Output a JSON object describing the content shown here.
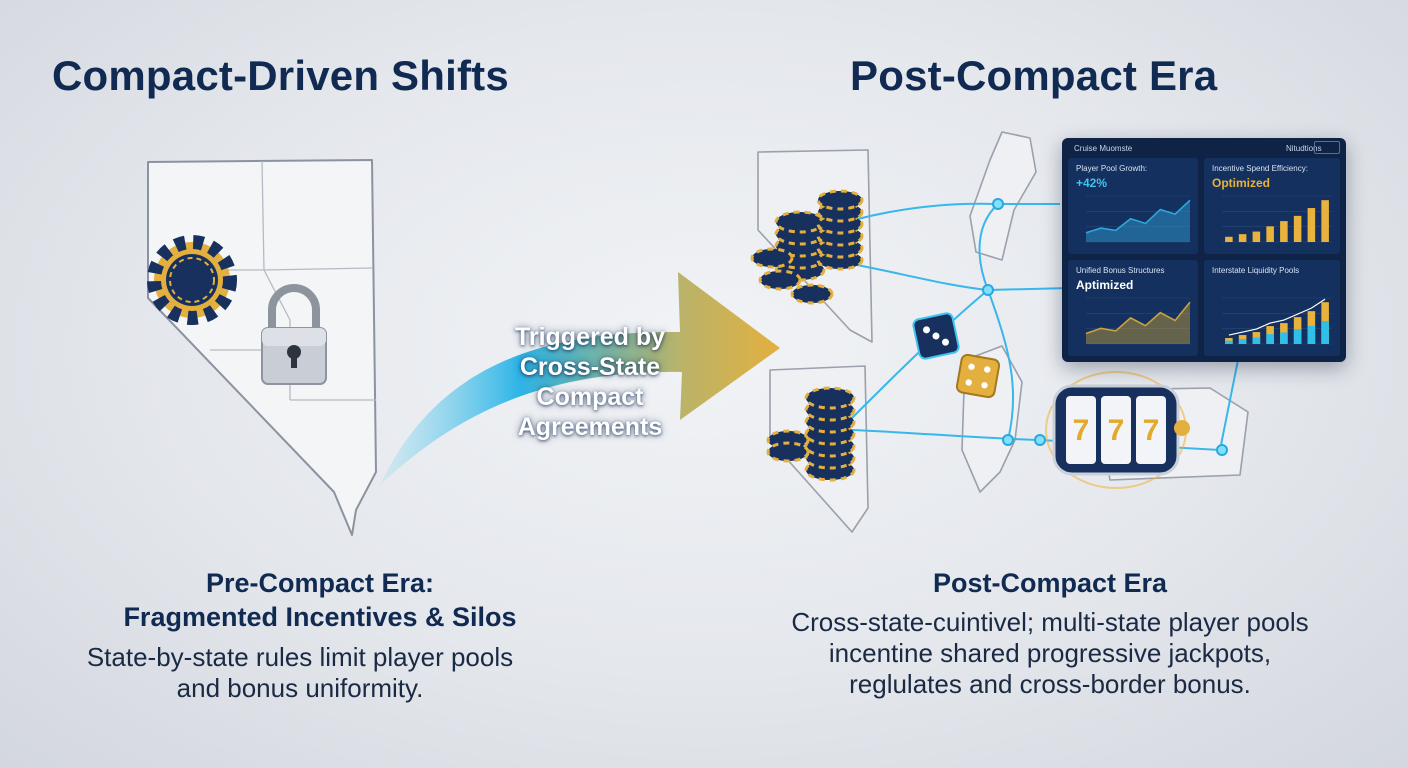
{
  "left": {
    "title": "Compact-Driven Shifts",
    "era_title_line1": "Pre-Compact Era:",
    "era_title_line2": "Fragmented Incentives & Silos",
    "desc_line1": "State-by-state rules limit player pools",
    "desc_line2": "and bonus uniformity."
  },
  "arrow": {
    "line1": "Triggered by",
    "line2": "Cross-State",
    "line3": "Compact",
    "line4": "Agreements"
  },
  "right": {
    "title": "Post-Compact Era",
    "era_title": "Post-Compact Era",
    "desc_line1": "Cross-state-cuintivel; multi-state player pools",
    "desc_line2": "incentine shared progressive jackpots,",
    "desc_line3": "reglulates and cross-border bonus."
  },
  "dashboard": {
    "header_left": "Cruise Muomste",
    "header_right": "Nitudtions",
    "panels": [
      {
        "title": "Player Pool Growth:",
        "value": "+42%",
        "value_color": "#3fc3f0",
        "kind": "area",
        "color": "#2fa6dc",
        "values": [
          2,
          3,
          2.5,
          5,
          4,
          7,
          6,
          9
        ]
      },
      {
        "title": "Incentive Spend Efficiency:",
        "value": "Optimized",
        "value_color": "#e8b23c",
        "kind": "bar",
        "color": "#e8b23c",
        "values": [
          1,
          1.5,
          2,
          3,
          4,
          5,
          6.5,
          8
        ]
      },
      {
        "title": "Unified Bonus Structures",
        "value": "Aptimized",
        "value_color": "#ffffff",
        "kind": "area",
        "color": "#c9a23a",
        "values": [
          2,
          3,
          2.5,
          5,
          3.5,
          6,
          4.5,
          8
        ]
      },
      {
        "title": "Interstate Liquidity Pools",
        "value": "",
        "value_color": "#ffffff",
        "kind": "stacked",
        "color": "#2fbfe8",
        "values": [
          1,
          1.5,
          2,
          3,
          3.5,
          4.5,
          5.5,
          7
        ]
      }
    ]
  },
  "colors": {
    "navy": "#112a52",
    "gold": "#e8b23c",
    "cyan": "#3fc3f0"
  }
}
